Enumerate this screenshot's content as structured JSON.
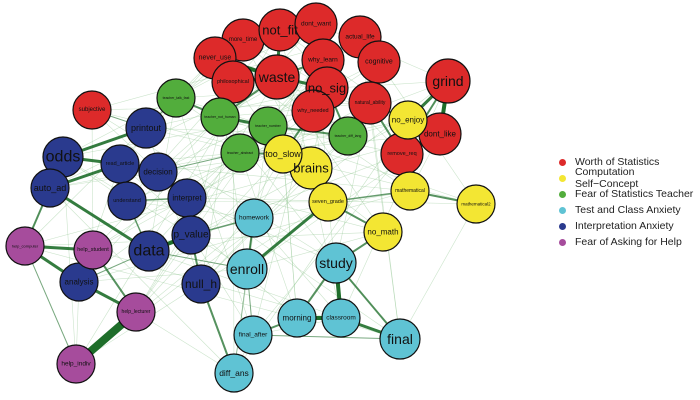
{
  "groups": [
    {
      "name": "Worth of Statistics",
      "color": "#dd2a2a"
    },
    {
      "name": "Computation Self−Concept",
      "color": "#f3e633"
    },
    {
      "name": "Fear of Statistics Teacher",
      "color": "#52ad3c"
    },
    {
      "name": "Test and Class Anxiety",
      "color": "#5fc3d4"
    },
    {
      "name": "Interpretation Anxiety",
      "color": "#2a3a8e"
    },
    {
      "name": "Fear of Asking for Help",
      "color": "#a64c9c"
    }
  ],
  "edge_color": "#1e6e2a",
  "nodes": [
    {
      "id": "more_time",
      "group": 0
    },
    {
      "id": "not_fit",
      "group": 0
    },
    {
      "id": "dont_want",
      "group": 0
    },
    {
      "id": "actual_life",
      "group": 0
    },
    {
      "id": "never_use",
      "group": 0
    },
    {
      "id": "why_learn",
      "group": 0
    },
    {
      "id": "cognitive",
      "group": 0
    },
    {
      "id": "philosophical",
      "group": 0
    },
    {
      "id": "waste",
      "group": 0
    },
    {
      "id": "no_sig",
      "group": 0
    },
    {
      "id": "grind",
      "group": 0
    },
    {
      "id": "why_needed",
      "group": 0
    },
    {
      "id": "natural_ability",
      "group": 0
    },
    {
      "id": "dont_like",
      "group": 0
    },
    {
      "id": "remove_req",
      "group": 0
    },
    {
      "id": "subjective",
      "group": 0
    },
    {
      "id": "no_enjoy",
      "group": 1
    },
    {
      "id": "too_slow",
      "group": 1
    },
    {
      "id": "brains",
      "group": 1
    },
    {
      "id": "seven_grade",
      "group": 1
    },
    {
      "id": "mathematical",
      "group": 1
    },
    {
      "id": "mathematical2",
      "group": 1
    },
    {
      "id": "no_math",
      "group": 1
    },
    {
      "id": "teacher_talk_fast",
      "group": 2
    },
    {
      "id": "teacher_not_human",
      "group": 2
    },
    {
      "id": "teacher_number",
      "group": 2
    },
    {
      "id": "teacher_abstract",
      "group": 2
    },
    {
      "id": "teacher_diff_lang",
      "group": 2
    },
    {
      "id": "homework",
      "group": 3
    },
    {
      "id": "enroll",
      "group": 3
    },
    {
      "id": "study",
      "group": 3
    },
    {
      "id": "morning",
      "group": 3
    },
    {
      "id": "classroom",
      "group": 3
    },
    {
      "id": "final",
      "group": 3
    },
    {
      "id": "final_after",
      "group": 3
    },
    {
      "id": "diff_ans",
      "group": 3
    },
    {
      "id": "printout",
      "group": 4
    },
    {
      "id": "odds",
      "group": 4
    },
    {
      "id": "read_article",
      "group": 4
    },
    {
      "id": "decision",
      "group": 4
    },
    {
      "id": "auto_ad",
      "group": 4
    },
    {
      "id": "understand",
      "group": 4
    },
    {
      "id": "interpret",
      "group": 4
    },
    {
      "id": "data",
      "group": 4
    },
    {
      "id": "p_value",
      "group": 4
    },
    {
      "id": "null_h",
      "group": 4
    },
    {
      "id": "analysis",
      "group": 4
    },
    {
      "id": "help_computer",
      "group": 5
    },
    {
      "id": "help_student",
      "group": 5
    },
    {
      "id": "help_lecturer",
      "group": 5
    },
    {
      "id": "help_indiv",
      "group": 5
    }
  ],
  "edges": [
    [
      "waste",
      "not_fit",
      3
    ],
    [
      "waste",
      "never_use",
      4
    ],
    [
      "waste",
      "philosophical",
      3
    ],
    [
      "waste",
      "no_sig",
      3
    ],
    [
      "waste",
      "why_learn",
      2
    ],
    [
      "no_sig",
      "why_needed",
      3
    ],
    [
      "no_sig",
      "why_learn",
      2
    ],
    [
      "not_fit",
      "more_time",
      2
    ],
    [
      "dont_want",
      "why_learn",
      2
    ],
    [
      "actual_life",
      "cognitive",
      2
    ],
    [
      "grind",
      "dont_like",
      4
    ],
    [
      "grind",
      "no_enjoy",
      3
    ],
    [
      "dont_like",
      "remove_req",
      2
    ],
    [
      "natural_ability",
      "remove_req",
      2
    ],
    [
      "cognitive",
      "natural_ability",
      1.5
    ],
    [
      "teacher_not_human",
      "teacher_number",
      3
    ],
    [
      "teacher_number",
      "teacher_abstract",
      2
    ],
    [
      "teacher_talk_fast",
      "teacher_not_human",
      2
    ],
    [
      "teacher_diff_lang",
      "teacher_number",
      2
    ],
    [
      "teacher_abstract",
      "too_slow",
      2
    ],
    [
      "too_slow",
      "brains",
      2
    ],
    [
      "brains",
      "seven_grade",
      2
    ],
    [
      "seven_grade",
      "no_math",
      2
    ],
    [
      "seven_grade",
      "mathematical",
      1.5
    ],
    [
      "mathematical",
      "mathematical2",
      2
    ],
    [
      "remove_req",
      "mathematical",
      1.5
    ],
    [
      "no_math",
      "study",
      2
    ],
    [
      "study",
      "classroom",
      4
    ],
    [
      "study",
      "morning",
      2
    ],
    [
      "study",
      "final",
      2
    ],
    [
      "morning",
      "classroom",
      4
    ],
    [
      "classroom",
      "final",
      3
    ],
    [
      "morning",
      "final_after",
      2
    ],
    [
      "enroll",
      "homework",
      2
    ],
    [
      "enroll",
      "seven_grade",
      3
    ],
    [
      "enroll",
      "final_after",
      1
    ],
    [
      "null_h",
      "diff_ans",
      2
    ],
    [
      "data",
      "p_value",
      4
    ],
    [
      "p_value",
      "interpret",
      2
    ],
    [
      "data",
      "auto_ad",
      3
    ],
    [
      "odds",
      "printout",
      3
    ],
    [
      "odds",
      "read_article",
      3
    ],
    [
      "auto_ad",
      "read_article",
      3
    ],
    [
      "read_article",
      "decision",
      2
    ],
    [
      "decision",
      "interpret",
      2
    ],
    [
      "understand",
      "interpret",
      1.5
    ],
    [
      "help_computer",
      "help_student",
      3
    ],
    [
      "help_computer",
      "analysis",
      3
    ],
    [
      "analysis",
      "help_lecturer",
      3
    ],
    [
      "help_student",
      "help_lecturer",
      2
    ],
    [
      "help_lecturer",
      "help_indiv",
      8
    ],
    [
      "help_computer",
      "help_indiv",
      1
    ],
    [
      "odds",
      "auto_ad",
      2
    ],
    [
      "data",
      "understand",
      1.5
    ],
    [
      "subjective",
      "printout",
      1
    ],
    [
      "p_value",
      "homework",
      1.5
    ],
    [
      "null_h",
      "p_value",
      2
    ],
    [
      "auto_ad",
      "help_computer",
      2
    ],
    [
      "teacher_talk_fast",
      "printout",
      1
    ],
    [
      "final_after",
      "final",
      1
    ],
    [
      "diff_ans",
      "homework",
      0.7
    ],
    [
      "waste",
      "teacher_not_human",
      2
    ],
    [
      "no_sig",
      "teacher_diff_lang",
      2
    ],
    [
      "why_needed",
      "too_slow",
      2
    ],
    [
      "natural_ability",
      "no_enjoy",
      2
    ],
    [
      "data",
      "enroll",
      1
    ],
    [
      "analysis",
      "data",
      1
    ],
    [
      "decision",
      "teacher_abstract",
      1
    ],
    [
      "grind",
      "remove_req",
      2
    ]
  ]
}
